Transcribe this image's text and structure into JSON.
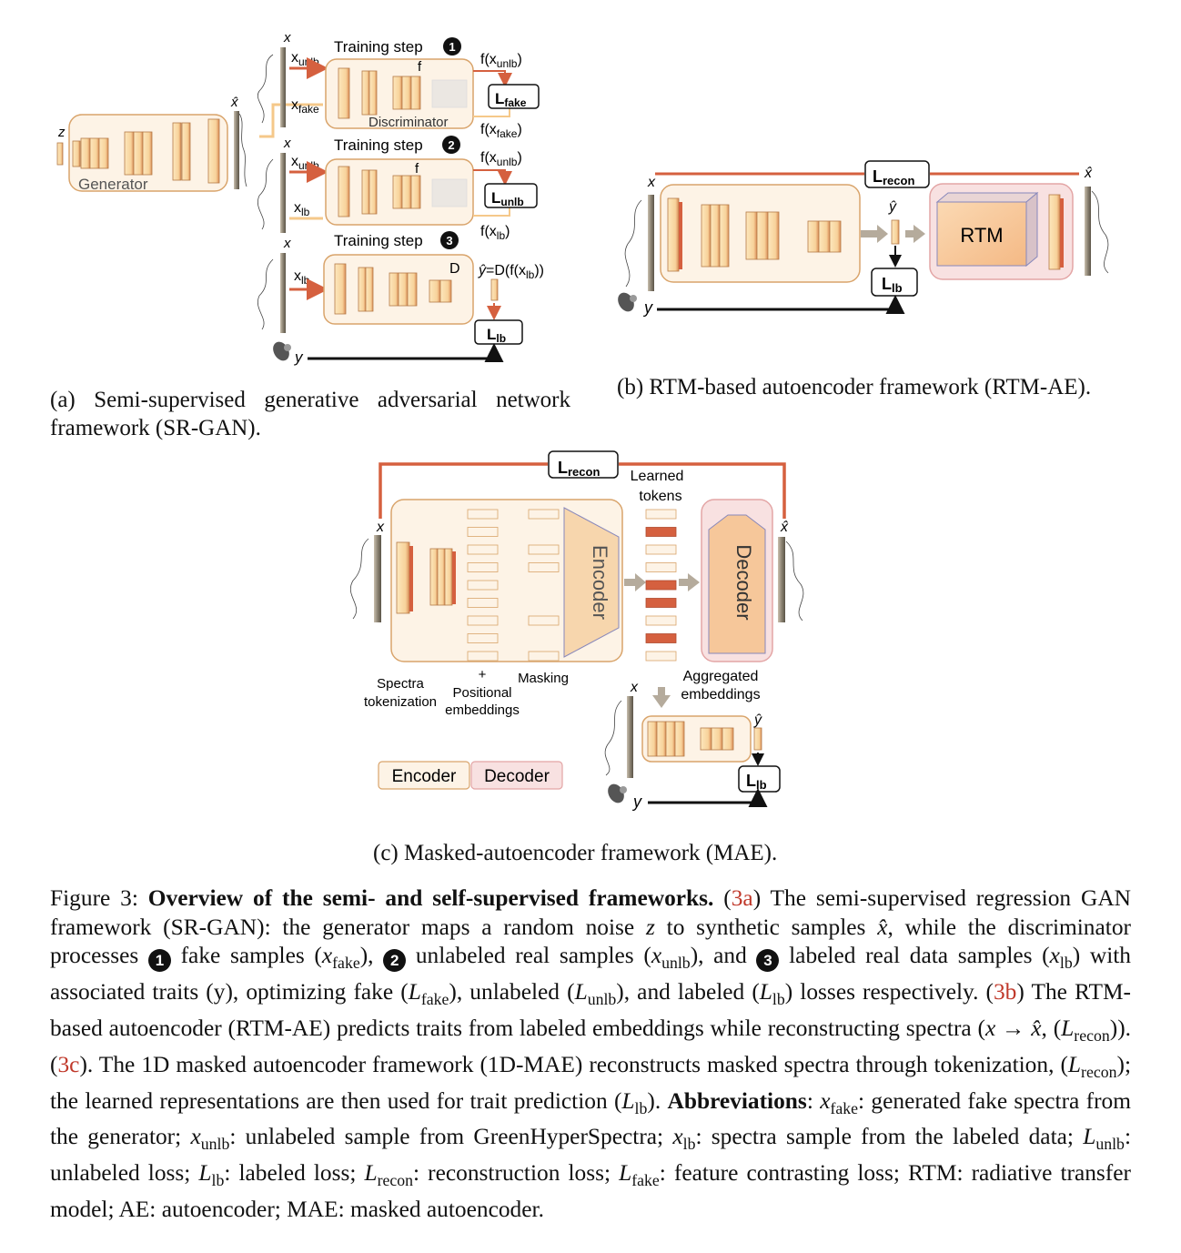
{
  "panel_a": {
    "caption_label": "(a)",
    "caption_text": "Semi-supervised generative adversarial network framework (SR-GAN).",
    "generator_label": "Generator",
    "discriminator_label": "Discriminator",
    "step1": "Training step",
    "step2": "Training step",
    "step3": "Training step",
    "step_numbers": [
      "1",
      "2",
      "3"
    ],
    "z": "z",
    "x_hat": "x̂",
    "x": "x",
    "y": "y",
    "x_unlb": "x",
    "x_unlb_sub": "unlb",
    "x_fake": "x",
    "x_fake_sub": "fake",
    "x_lb": "x",
    "x_lb_sub": "lb",
    "f": "f",
    "D": "D",
    "f_xunlb": "f(x",
    "f_xfake": "f(x",
    "f_xlb": "f(x",
    "yhat_eq": "=D(f(x",
    "L_fake": "L",
    "L_fake_sub": "fake",
    "L_unlb": "L",
    "L_unlb_sub": "unlb",
    "L_lb": "L",
    "L_lb_sub": "lb"
  },
  "panel_b": {
    "caption_label": "(b)",
    "caption_text": "RTM-based autoencoder framework (RTM-AE).",
    "rtm_label": "RTM",
    "x": "x",
    "x_hat": "x̂",
    "y_hat": "ŷ",
    "y": "y",
    "L_recon": "L",
    "L_recon_sub": "recon",
    "L_lb": "L",
    "L_lb_sub": "lb"
  },
  "panel_c": {
    "caption_label": "(c)",
    "caption_text": "Masked-autoencoder framework (MAE).",
    "encoder_label": "Encoder",
    "decoder_label": "Decoder",
    "learned_tokens_1": "Learned",
    "learned_tokens_2": "tokens",
    "spectra_tok_1": "Spectra",
    "spectra_tok_2": "tokenization",
    "plus": "+",
    "pos_emb_1": "Positional",
    "pos_emb_2": "embeddings",
    "masking": "Masking",
    "agg_1": "Aggregated",
    "agg_2": "embeddings",
    "legend_encoder": "Encoder",
    "legend_decoder": "Decoder",
    "x": "x",
    "x_hat": "x̂",
    "y_hat": "ŷ",
    "y": "y",
    "L_recon": "L",
    "L_recon_sub": "recon",
    "L_lb": "L",
    "L_lb_sub": "lb"
  },
  "figure_caption": {
    "fig_label": "Figure 3:",
    "title": "Overview of the semi- and self-supervised frameworks.",
    "ref_a": "3a",
    "ref_b": "3b",
    "ref_c": "3c",
    "abbrev_label": "Abbreviations"
  },
  "colors": {
    "accent_red": "#d5603f",
    "light_orange": "#f5c88a",
    "box_fill": "#fdf3e6",
    "box_stroke": "#d9a46b",
    "decoder_fill": "#f8e1e1",
    "decoder_stroke": "#e3a5a5",
    "arrow_gray": "#b5ab9c"
  }
}
